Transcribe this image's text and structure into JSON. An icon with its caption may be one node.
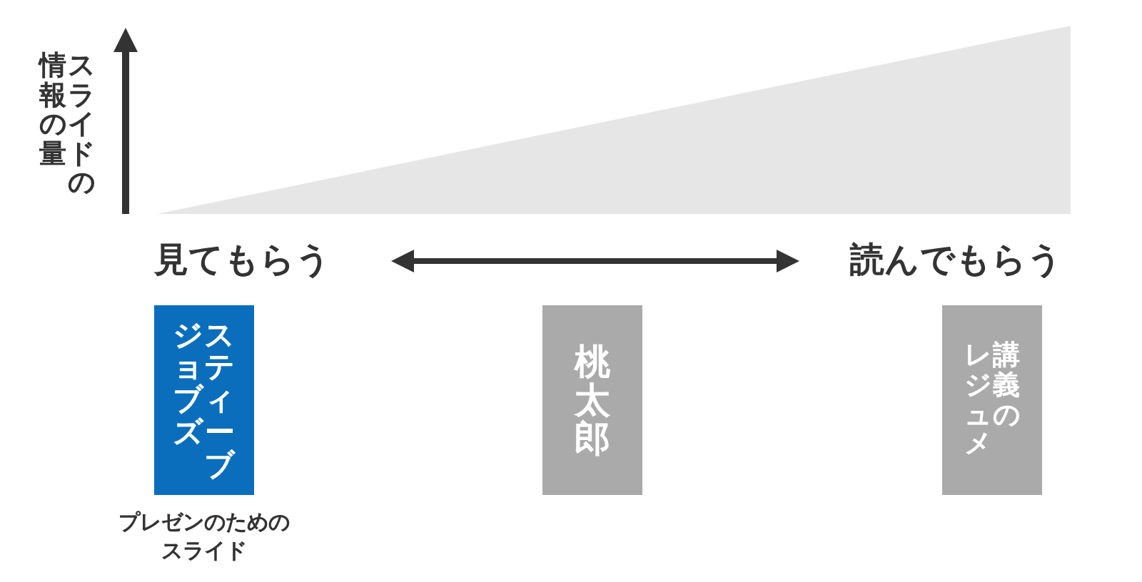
{
  "diagram": {
    "nodes": [
      {
        "text": [
          "見てもらう"
        ]
      },
      {
        "text": [
          "読んでもらう"
        ]
      },
      {
        "text": [
          "スティーブジョブズ"
        ],
        "beside": [
          "プレゼンのためのスライド"
        ]
      },
      {
        "text": [
          "桃太郎"
        ]
      },
      {
        "text": [
          "講義のレジュメ"
        ]
      }
    ],
    "edges": [
      {
        "from": 0,
        "to": 1,
        "arrow": "both"
      }
    ],
    "labels": [
      "スライドの情報の量"
    ]
  }
}
